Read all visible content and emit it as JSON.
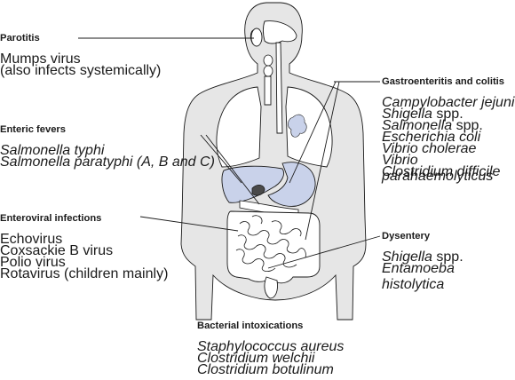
{
  "colors": {
    "body_fill": "#e6e6e6",
    "organ_fill": "#ffffff",
    "organ_blue": "#c9d2ea",
    "line": "#1a1a1a",
    "dark_organ": "#4a4a4a"
  },
  "labels": {
    "parotitis": {
      "title": "Parotitis",
      "lines": [
        "Mumps virus",
        "(also infects systemically)"
      ]
    },
    "enteric": {
      "title": "Enteric fevers",
      "lines": [
        "Salmonella typhi",
        "Salmonella paratyphi (A, B and C)"
      ]
    },
    "enteroviral": {
      "title": "Enteroviral infections",
      "lines": [
        "Echovirus",
        "Coxsackie B virus",
        "Polio virus",
        "Rotavirus (children mainly)"
      ]
    },
    "gastro": {
      "title": "Gastroenteritis and colitis",
      "lines": [
        "Campylobacter jejuni",
        "Shigella",
        "spp.",
        "Salmonella",
        "spp.",
        "Escherichia coli",
        "Vibrio cholerae",
        "Vibrio parahaemolyticus",
        "Clostridium difficile"
      ]
    },
    "dysentery": {
      "title": "Dysentery",
      "lines": [
        "Shigella",
        "spp.",
        "Entamoeba histolytica"
      ]
    },
    "bacterial": {
      "title": "Bacterial intoxications",
      "lines": [
        "Staphylococcus aureus",
        "Clostridium welchii",
        "Clostridium botulinum"
      ]
    }
  }
}
